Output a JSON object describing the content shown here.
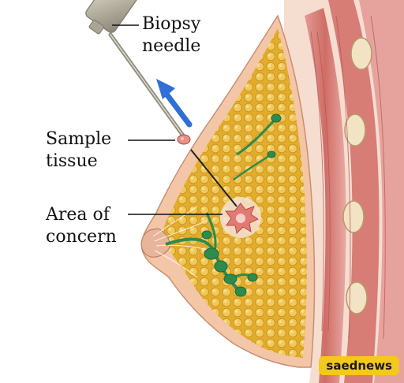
{
  "labels": {
    "needle_line1": "Biopsy",
    "needle_line2": "needle",
    "sample_line1": "Sample",
    "sample_line2": "tissue",
    "area_line1": "Area of",
    "area_line2": "concern"
  },
  "watermark": "saednews",
  "colors": {
    "fat": "#e8b637",
    "skin": "#f3c6a7",
    "muscle": "#cf6d67",
    "ducts": "#2e8b4e",
    "lesion": "#e9a7a0",
    "arrow": "#2f6fd6",
    "watermark_bg": "#f4c81c"
  },
  "icons": [
    "upward-arrow-icon",
    "needle-icon"
  ]
}
